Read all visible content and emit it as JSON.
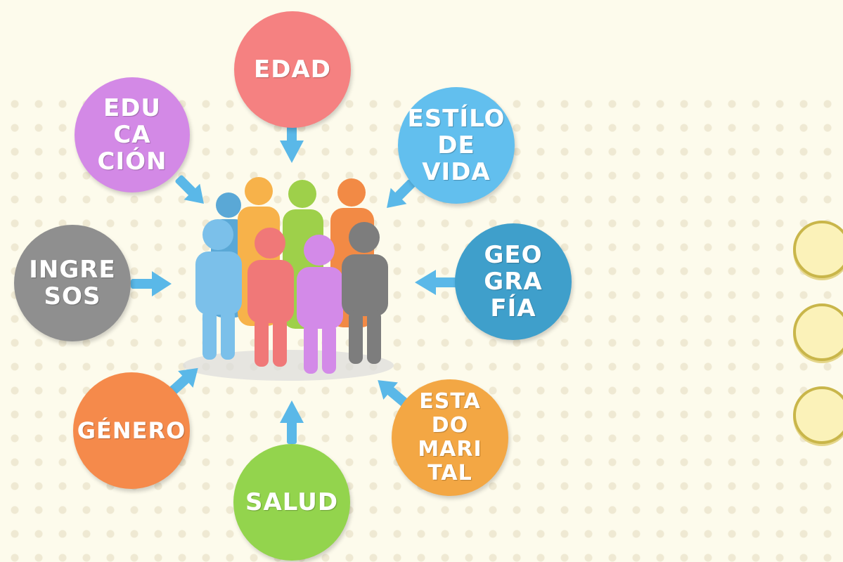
{
  "bubbles": {
    "edad": {
      "label": "EDAD",
      "color": "#f58181"
    },
    "educacion": {
      "label": "EDU\nCA\nCIÓN",
      "color": "#d389e6"
    },
    "estilo": {
      "label": "ESTÍLO\nDE\nVIDA",
      "color": "#62bfee"
    },
    "ingresos": {
      "label": "INGRE\nSOS",
      "color": "#8f8f8f"
    },
    "geografia": {
      "label": "GEO\nGRA\nFÍA",
      "color": "#3f9fcb"
    },
    "genero": {
      "label": "GÉNERO",
      "color": "#f58a4b"
    },
    "salud": {
      "label": "SALUD",
      "color": "#93d44d"
    },
    "estado": {
      "label": "ESTA\nDO\nMARI\nTAL",
      "color": "#f3a744"
    }
  },
  "colors": {
    "arrow": "#5ab8e8",
    "background": "#fdfbec",
    "dots": "#efe9d3",
    "people": [
      "#5aa8d6",
      "#f7b24a",
      "#9ed04a",
      "#f28a45",
      "#7bc0ea",
      "#f07878",
      "#d38ae8",
      "#7d7d7d"
    ]
  },
  "side_nav": {
    "count": 3
  }
}
